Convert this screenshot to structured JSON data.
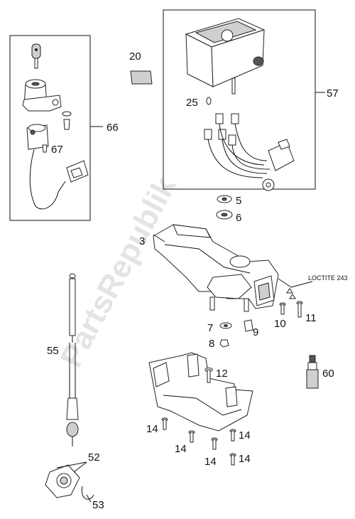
{
  "watermark": "PartsRepublik",
  "annotation": "LOCTITE 243",
  "labels": {
    "p66": "66",
    "p67": "67",
    "p20": "20",
    "p57": "57",
    "p25": "25",
    "p5": "5",
    "p6": "6",
    "p3": "3",
    "p10": "10",
    "p11": "11",
    "p7": "7",
    "p9": "9",
    "p8": "8",
    "p55": "55",
    "p12": "12",
    "p60": "60",
    "p14a": "14",
    "p14b": "14",
    "p14c": "14",
    "p14d": "14",
    "p14e": "14",
    "p52": "52",
    "p53": "53"
  }
}
